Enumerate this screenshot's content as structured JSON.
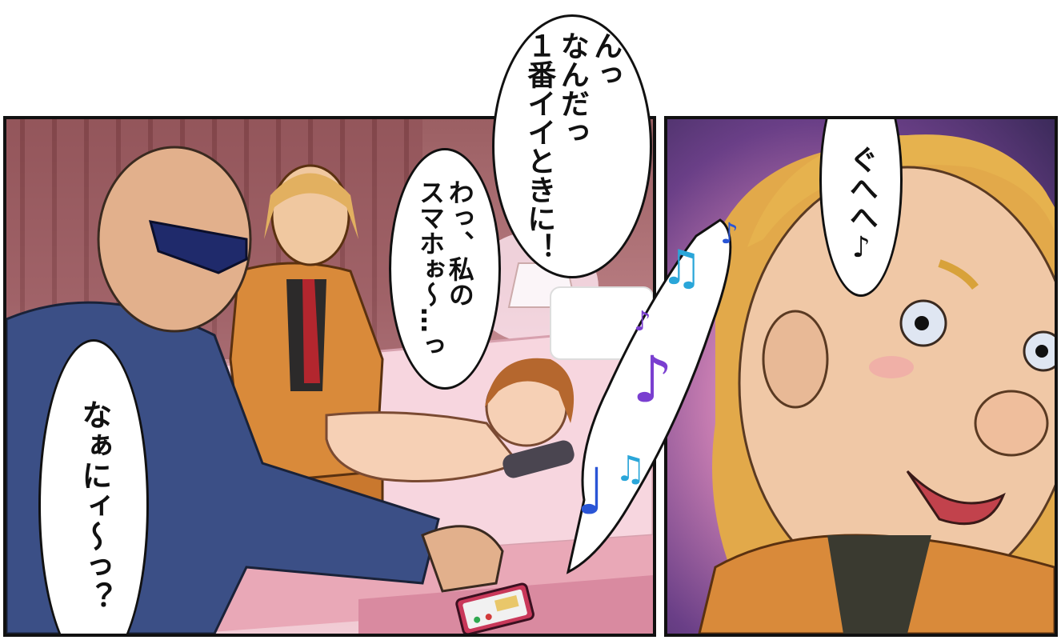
{
  "bubbles": {
    "ichiban": "んっ\nなんだっ\n１番イイときに！",
    "smaho": "わっ、私の\nスマホぉ～…っ",
    "naani": "なぁにィ～っ？",
    "guhehe": "ぐへへ♪"
  },
  "colors": {
    "wall": "#b77b80",
    "bed": "#f2cdd6",
    "shirt_blue": "#3b4f86",
    "suit_orange": "#d98a3a",
    "tie_red": "#b3262e",
    "bg_purple": "#6a3f87",
    "note_blue": "#2a55d6",
    "note_violet": "#7a3fd0",
    "note_cyan": "#2aa6d9"
  },
  "icons": [
    "music-note-icon",
    "music-notes-icon",
    "smartphone-icon"
  ]
}
